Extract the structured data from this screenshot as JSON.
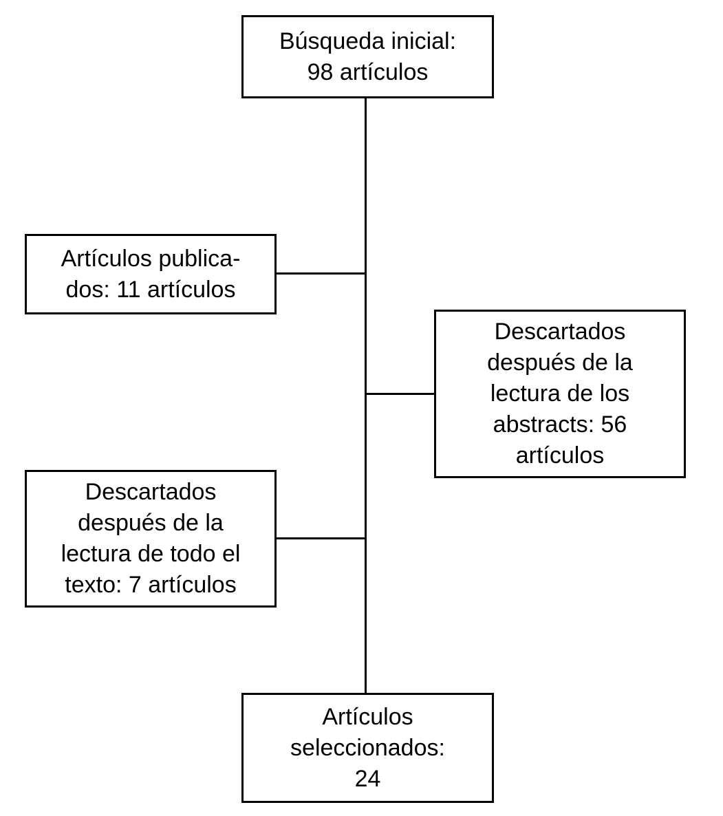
{
  "diagram": {
    "background_color": "#ffffff",
    "line_color": "#000000",
    "text_color": "#000000",
    "boxes": [
      {
        "id": "initial-search",
        "count": 98,
        "lines": [
          "Búsqueda inicial:",
          "98 artículos"
        ]
      },
      {
        "id": "published",
        "count": 11,
        "lines": [
          "Artículos publica-",
          "dos: 11 artículos"
        ]
      },
      {
        "id": "discarded-abstracts",
        "count": 56,
        "lines": [
          "Descartados",
          "después de la",
          "lectura de los",
          "abstracts: 56",
          "artículos"
        ]
      },
      {
        "id": "discarded-fulltext",
        "count": 7,
        "lines": [
          "Descartados",
          "después de la",
          "lectura de todo el",
          "texto: 7 artículos"
        ]
      },
      {
        "id": "selected",
        "count": 24,
        "lines": [
          "Artículos",
          "seleccionados:",
          "24"
        ]
      }
    ]
  }
}
